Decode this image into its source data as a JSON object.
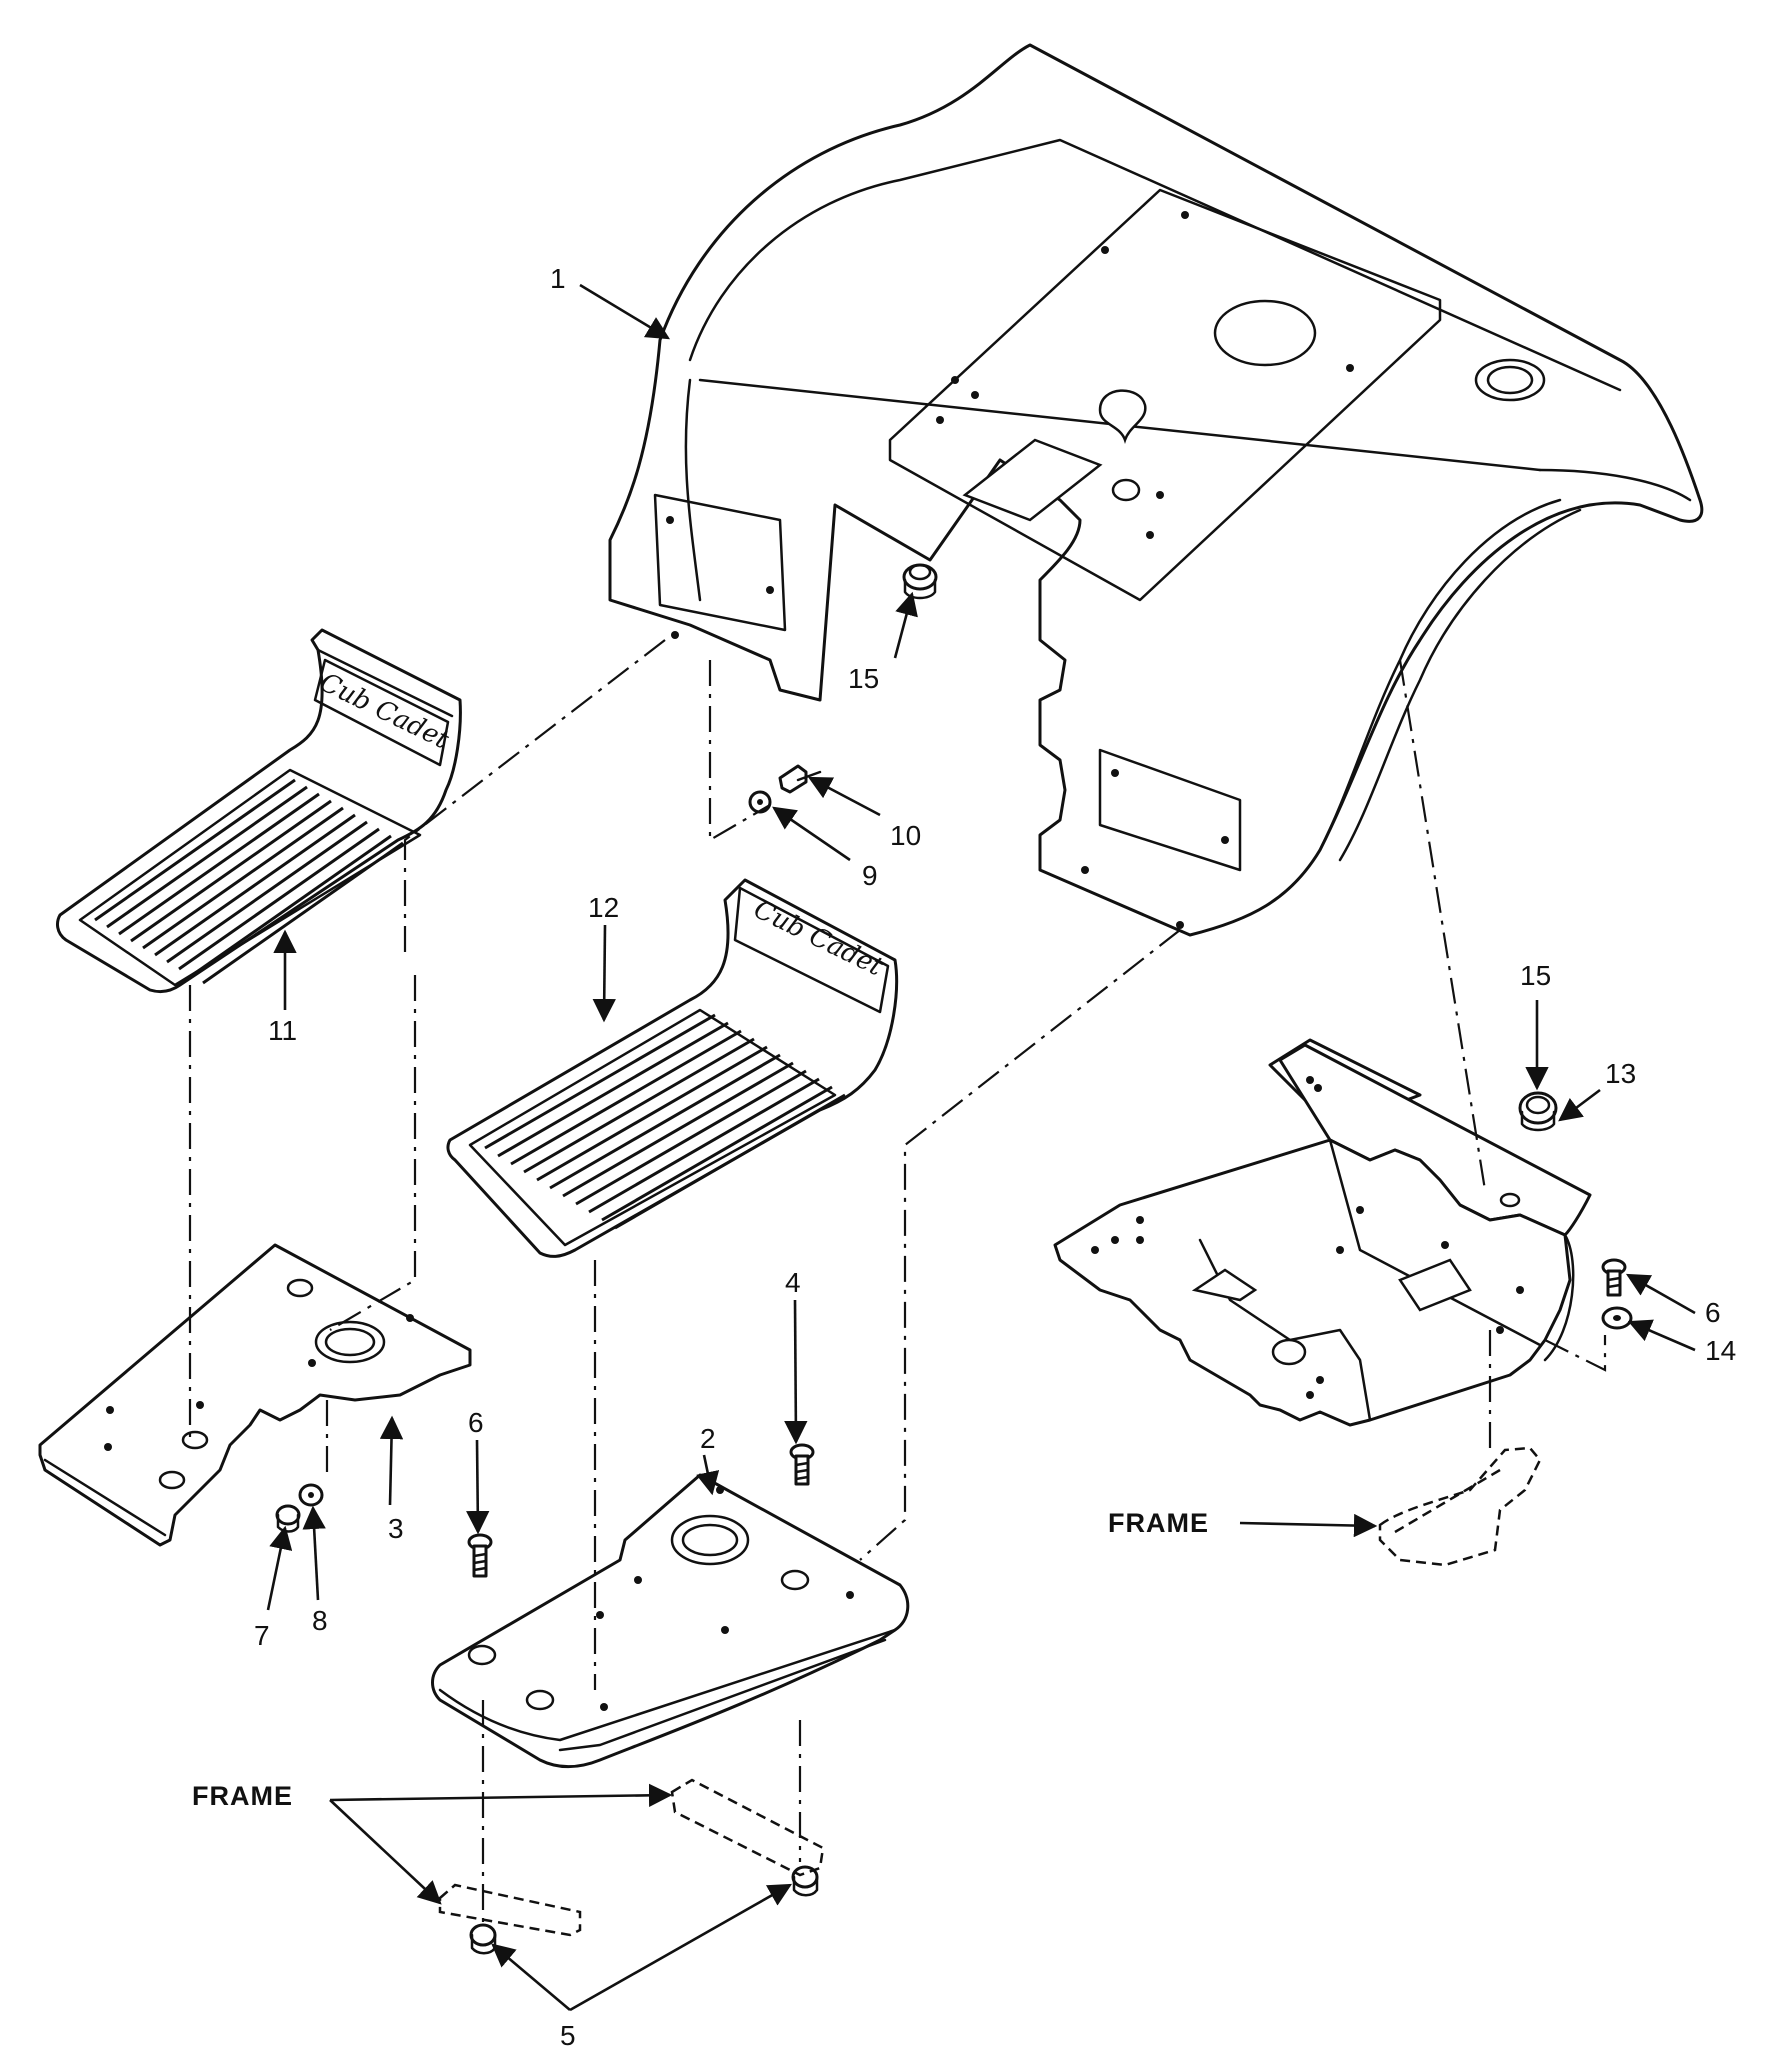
{
  "callouts": {
    "c1": "1",
    "c2": "2",
    "c3": "3",
    "c4": "4",
    "c5": "5",
    "c6a": "6",
    "c6b": "6",
    "c7": "7",
    "c8": "8",
    "c9": "9",
    "c10": "10",
    "c11": "11",
    "c12": "12",
    "c13": "13",
    "c14": "14",
    "c15a": "15",
    "c15b": "15"
  },
  "frame_labels": {
    "left": "FRAME",
    "right": "FRAME"
  },
  "brand_text": {
    "mat_left": "Cub Cadet",
    "mat_center": "Cub Cadet"
  }
}
